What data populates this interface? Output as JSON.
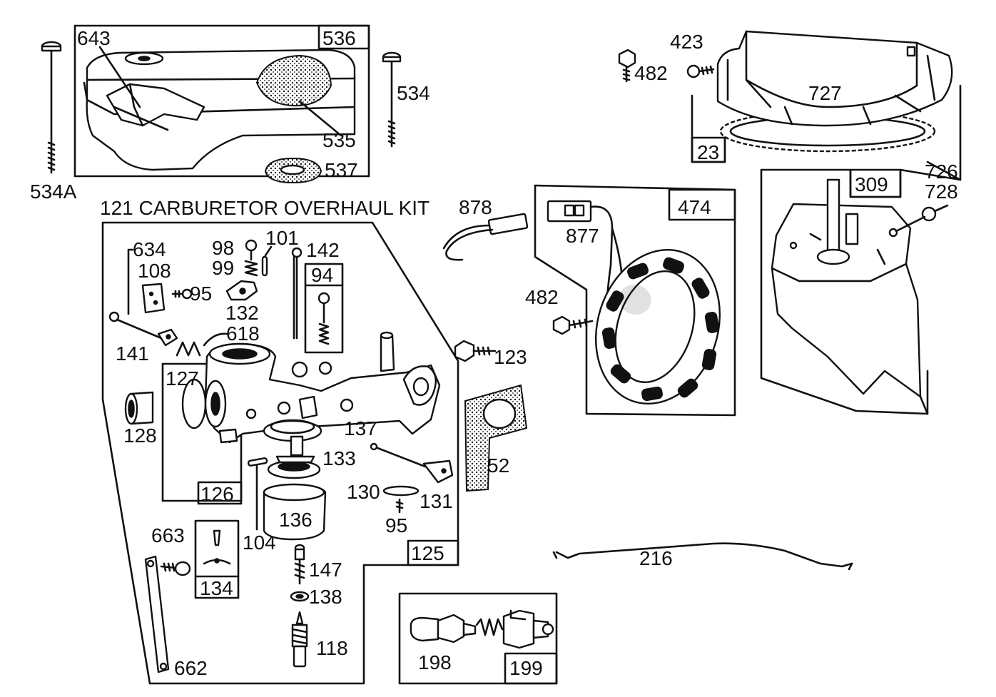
{
  "kit_title": "121 CARBURETOR OVERHAUL KIT",
  "labels": {
    "p643": "643",
    "p536": "536",
    "p534": "534",
    "p534a": "534A",
    "p535": "535",
    "p537": "537",
    "p423": "423",
    "p482a": "482",
    "p727": "727",
    "p23": "23",
    "p726": "726",
    "p728": "728",
    "p309": "309",
    "p878": "878",
    "p877": "877",
    "p474": "474",
    "p482b": "482",
    "p634": "634",
    "p108": "108",
    "p95a": "95",
    "p98": "98",
    "p99": "99",
    "p101": "101",
    "p142": "142",
    "p94": "94",
    "p132": "132",
    "p141": "141",
    "p618": "618",
    "p123": "123",
    "p127": "127",
    "p128": "128",
    "p137": "137",
    "p52": "52",
    "p133": "133",
    "p130": "130",
    "p131": "131",
    "p126": "126",
    "p136": "136",
    "p95b": "95",
    "p104": "104",
    "p125": "125",
    "p663": "663",
    "p134": "134",
    "p147": "147",
    "p138": "138",
    "p118": "118",
    "p662": "662",
    "p216": "216",
    "p198": "198",
    "p199": "199"
  }
}
